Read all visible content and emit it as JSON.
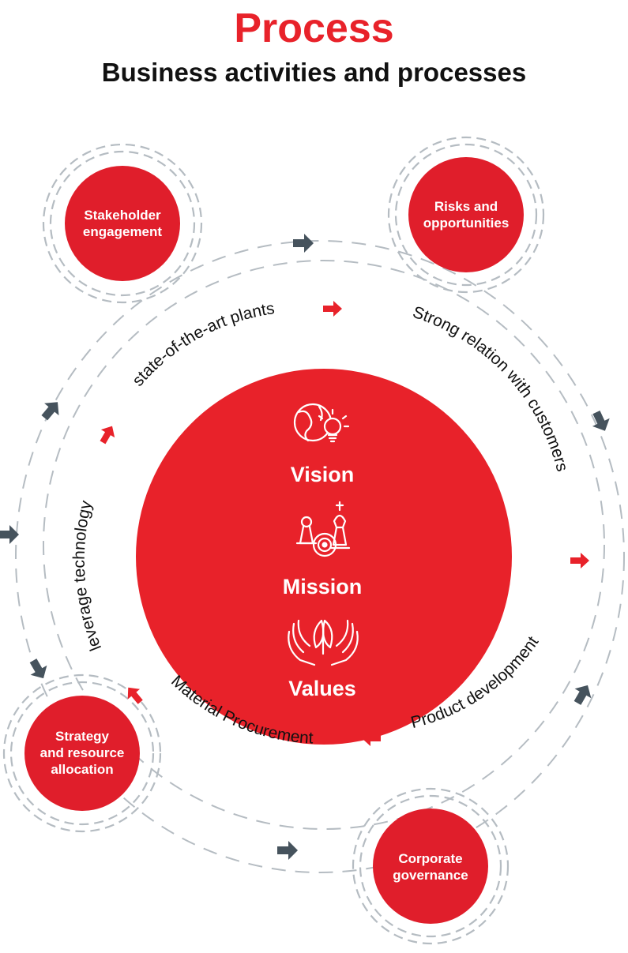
{
  "header": {
    "title": "Process",
    "subtitle": "Business activities and processes"
  },
  "colors": {
    "accent": "#e8222a",
    "node": "#e01e2b",
    "arrow_dark": "#46535d",
    "dash": "#b5bcc2",
    "text": "#111111"
  },
  "outer_nodes": [
    {
      "id": "stakeholder",
      "lines": [
        "Stakeholder",
        "engagement"
      ]
    },
    {
      "id": "risks",
      "lines": [
        "Risks and",
        "opportunities"
      ]
    },
    {
      "id": "strategy",
      "lines": [
        "Strategy",
        "and resource",
        "allocation"
      ]
    },
    {
      "id": "governance",
      "lines": [
        "Corporate",
        "governance"
      ]
    }
  ],
  "center": {
    "vision": "Vision",
    "mission": "Mission",
    "values": "Values",
    "icons": [
      "globe-bulb-icon",
      "chess-target-icon",
      "hands-leaf-icon"
    ]
  },
  "ring_labels": {
    "plants": "state-of-the-art plants",
    "customers": "Strong relation with customers",
    "technology": "leverage technology",
    "product": "Product development",
    "procurement": "Material Procurement"
  }
}
